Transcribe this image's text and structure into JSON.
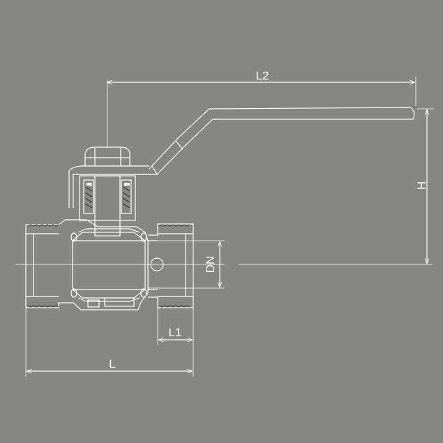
{
  "dimensions": {
    "overall_length": "L",
    "thread_length": "L1",
    "handle_length": "L2",
    "height": "H",
    "nominal_diameter": "DN"
  },
  "colors": {
    "background": "#868682",
    "line": "#ffffff"
  }
}
